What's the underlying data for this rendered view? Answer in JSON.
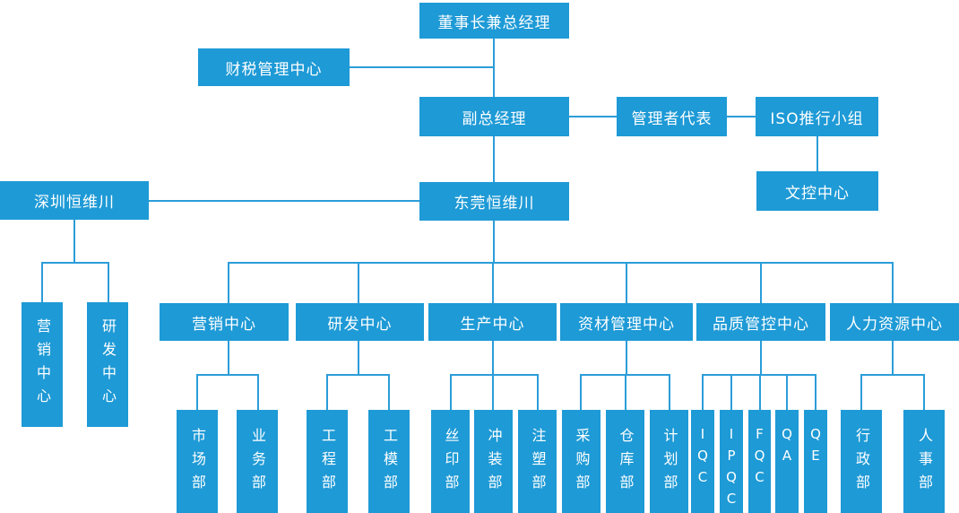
{
  "colors": {
    "box": "#1e9ad6",
    "line": "#2b9dd9",
    "text": "#ffffff"
  },
  "nodes": {
    "chairman": {
      "label": "董事长兼总经理"
    },
    "finance_tax": {
      "label": "财税管理中心"
    },
    "deputy_gm": {
      "label": "副总经理"
    },
    "mgmt_rep": {
      "label": "管理者代表"
    },
    "iso_team": {
      "label": "ISO推行小组"
    },
    "doc_control": {
      "label": "文控中心"
    },
    "shenzhen": {
      "label": "深圳恒维川"
    },
    "dongguan": {
      "label": "东莞恒维川"
    },
    "sz_marketing": {
      "label": "营销中心"
    },
    "sz_rnd": {
      "label": "研发中心"
    },
    "marketing_center": {
      "label": "营销中心"
    },
    "rnd_center": {
      "label": "研发中心"
    },
    "production_center": {
      "label": "生产中心"
    },
    "materials_center": {
      "label": "资材管理中心"
    },
    "quality_center": {
      "label": "品质管控中心"
    },
    "hr_center": {
      "label": "人力资源中心"
    },
    "market_dept": {
      "label": "市场部"
    },
    "business_dept": {
      "label": "业务部"
    },
    "engineering_dept": {
      "label": "工程部"
    },
    "tooling_dept": {
      "label": "工模部"
    },
    "silkscreen_dept": {
      "label": "丝印部"
    },
    "stamping_dept": {
      "label": "冲装部"
    },
    "injection_dept": {
      "label": "注塑部"
    },
    "purchasing_dept": {
      "label": "采购部"
    },
    "warehouse_dept": {
      "label": "仓库部"
    },
    "planning_dept": {
      "label": "计划部"
    },
    "iqc": {
      "label": "IQC"
    },
    "ipqc": {
      "label": "IPQC"
    },
    "fqc": {
      "label": "FQC"
    },
    "qa": {
      "label": "QA"
    },
    "qe": {
      "label": "QE"
    },
    "admin_dept": {
      "label": "行政部"
    },
    "personnel_dept": {
      "label": "人事部"
    }
  }
}
